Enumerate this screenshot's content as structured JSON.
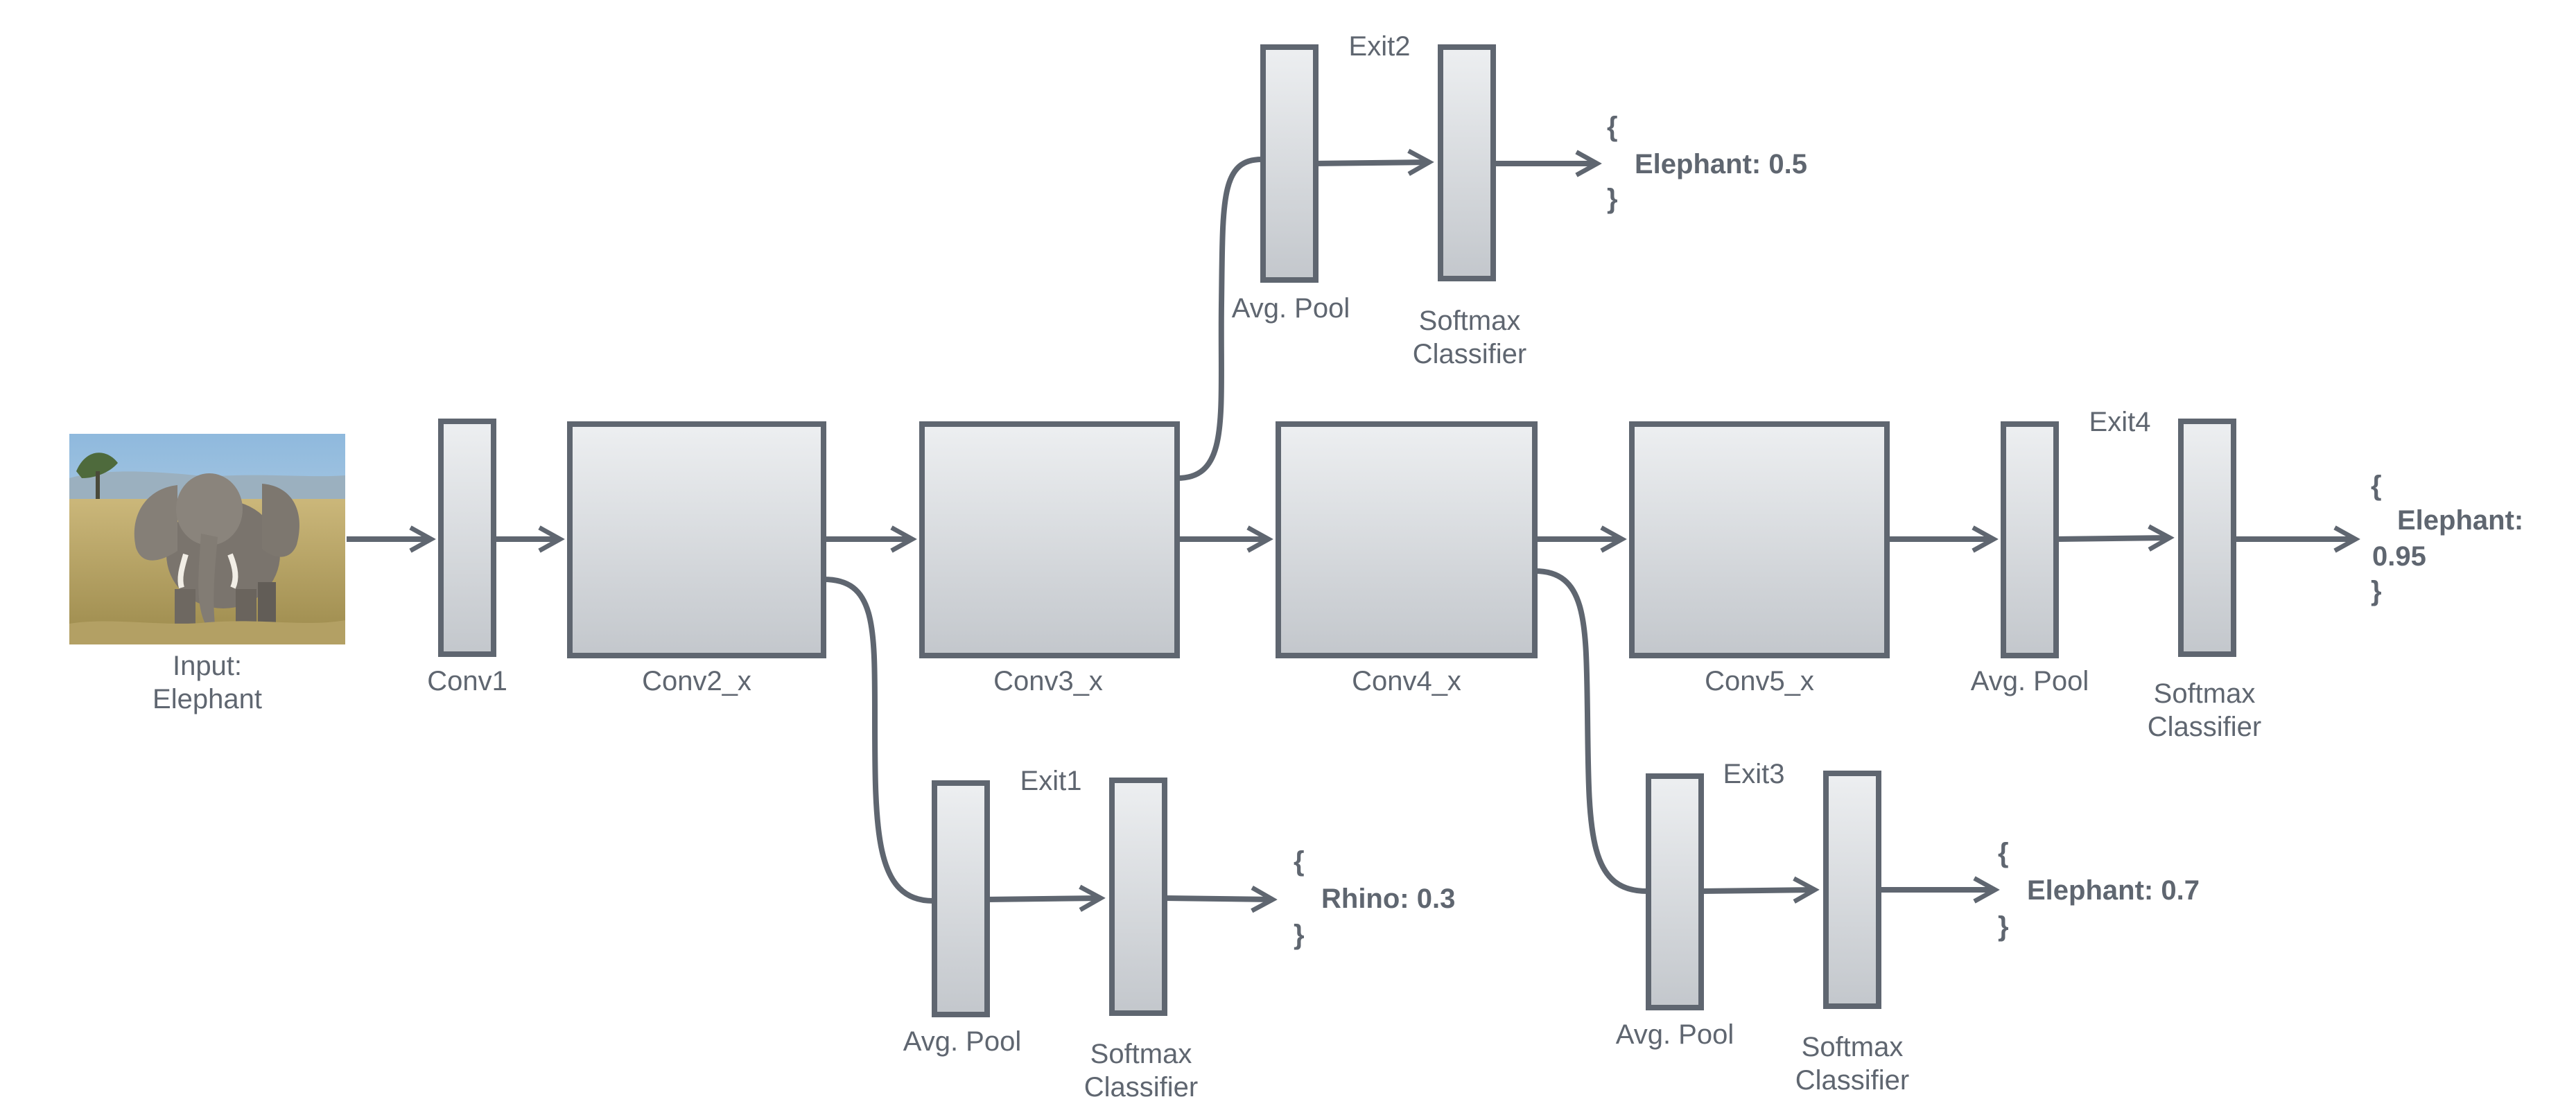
{
  "input": {
    "label_line1": "Input:",
    "label_line2": "Elephant"
  },
  "trunk": {
    "conv1": "Conv1",
    "conv2": "Conv2_x",
    "conv3": "Conv3_x",
    "conv4": "Conv4_x",
    "conv5": "Conv5_x"
  },
  "exits": {
    "exit1": {
      "title": "Exit1",
      "pool": "Avg. Pool",
      "clf_line1": "Softmax",
      "clf_line2": "Classifier",
      "brace_open": "{",
      "brace_close": "}",
      "result": "Rhino: 0.3"
    },
    "exit2": {
      "title": "Exit2",
      "pool": "Avg. Pool",
      "clf_line1": "Softmax",
      "clf_line2": "Classifier",
      "brace_open": "{",
      "brace_close": "}",
      "result": "Elephant: 0.5"
    },
    "exit3": {
      "title": "Exit3",
      "pool": "Avg. Pool",
      "clf_line1": "Softmax",
      "clf_line2": "Classifier",
      "brace_open": "{",
      "brace_close": "}",
      "result": "Elephant: 0.7"
    },
    "exit4": {
      "title": "Exit4",
      "pool": "Avg. Pool",
      "clf_line1": "Softmax",
      "clf_line2": "Classifier",
      "brace_open": "{",
      "brace_close": "}",
      "result_line1": "Elephant:",
      "result_line2": "0.95"
    }
  },
  "colors": {
    "stroke": "#5f6670",
    "block_top": "#edeff1",
    "block_bottom": "#c3c7cc"
  }
}
